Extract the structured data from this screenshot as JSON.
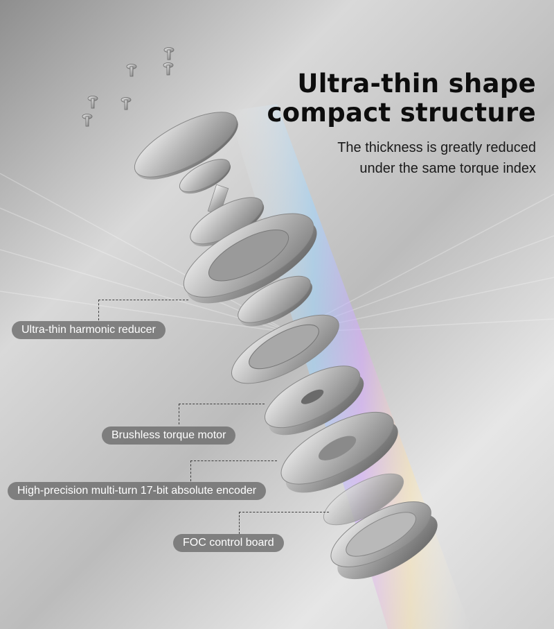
{
  "headline": {
    "line1": "Ultra-thin shape",
    "line2": "compact structure"
  },
  "subheadline": {
    "line1": "The thickness is greatly reduced",
    "line2": "under the same torque index"
  },
  "callouts": {
    "reducer": "Ultra-thin harmonic reducer",
    "motor": "Brushless torque motor",
    "encoder": "High-precision multi-turn 17-bit absolute encoder",
    "board": "FOC control board"
  },
  "components": [
    {
      "name": "screws",
      "icon": "screw-icon"
    },
    {
      "name": "end cover",
      "icon": "cover-plate-icon"
    },
    {
      "name": "output flange",
      "icon": "flange-icon"
    },
    {
      "name": "bearing ring",
      "icon": "bearing-ring-icon"
    },
    {
      "name": "harmonic reducer",
      "icon": "reducer-icon"
    },
    {
      "name": "torque motor",
      "icon": "motor-icon"
    },
    {
      "name": "encoder",
      "icon": "encoder-icon"
    },
    {
      "name": "control board housing",
      "icon": "housing-icon"
    }
  ],
  "colors": {
    "headline": "#0d0d0d",
    "callout_bg": "#6e6e6e",
    "callout_text": "#ffffff",
    "metal_light": "#e8e8e8",
    "metal_dark": "#6a6a6a"
  }
}
